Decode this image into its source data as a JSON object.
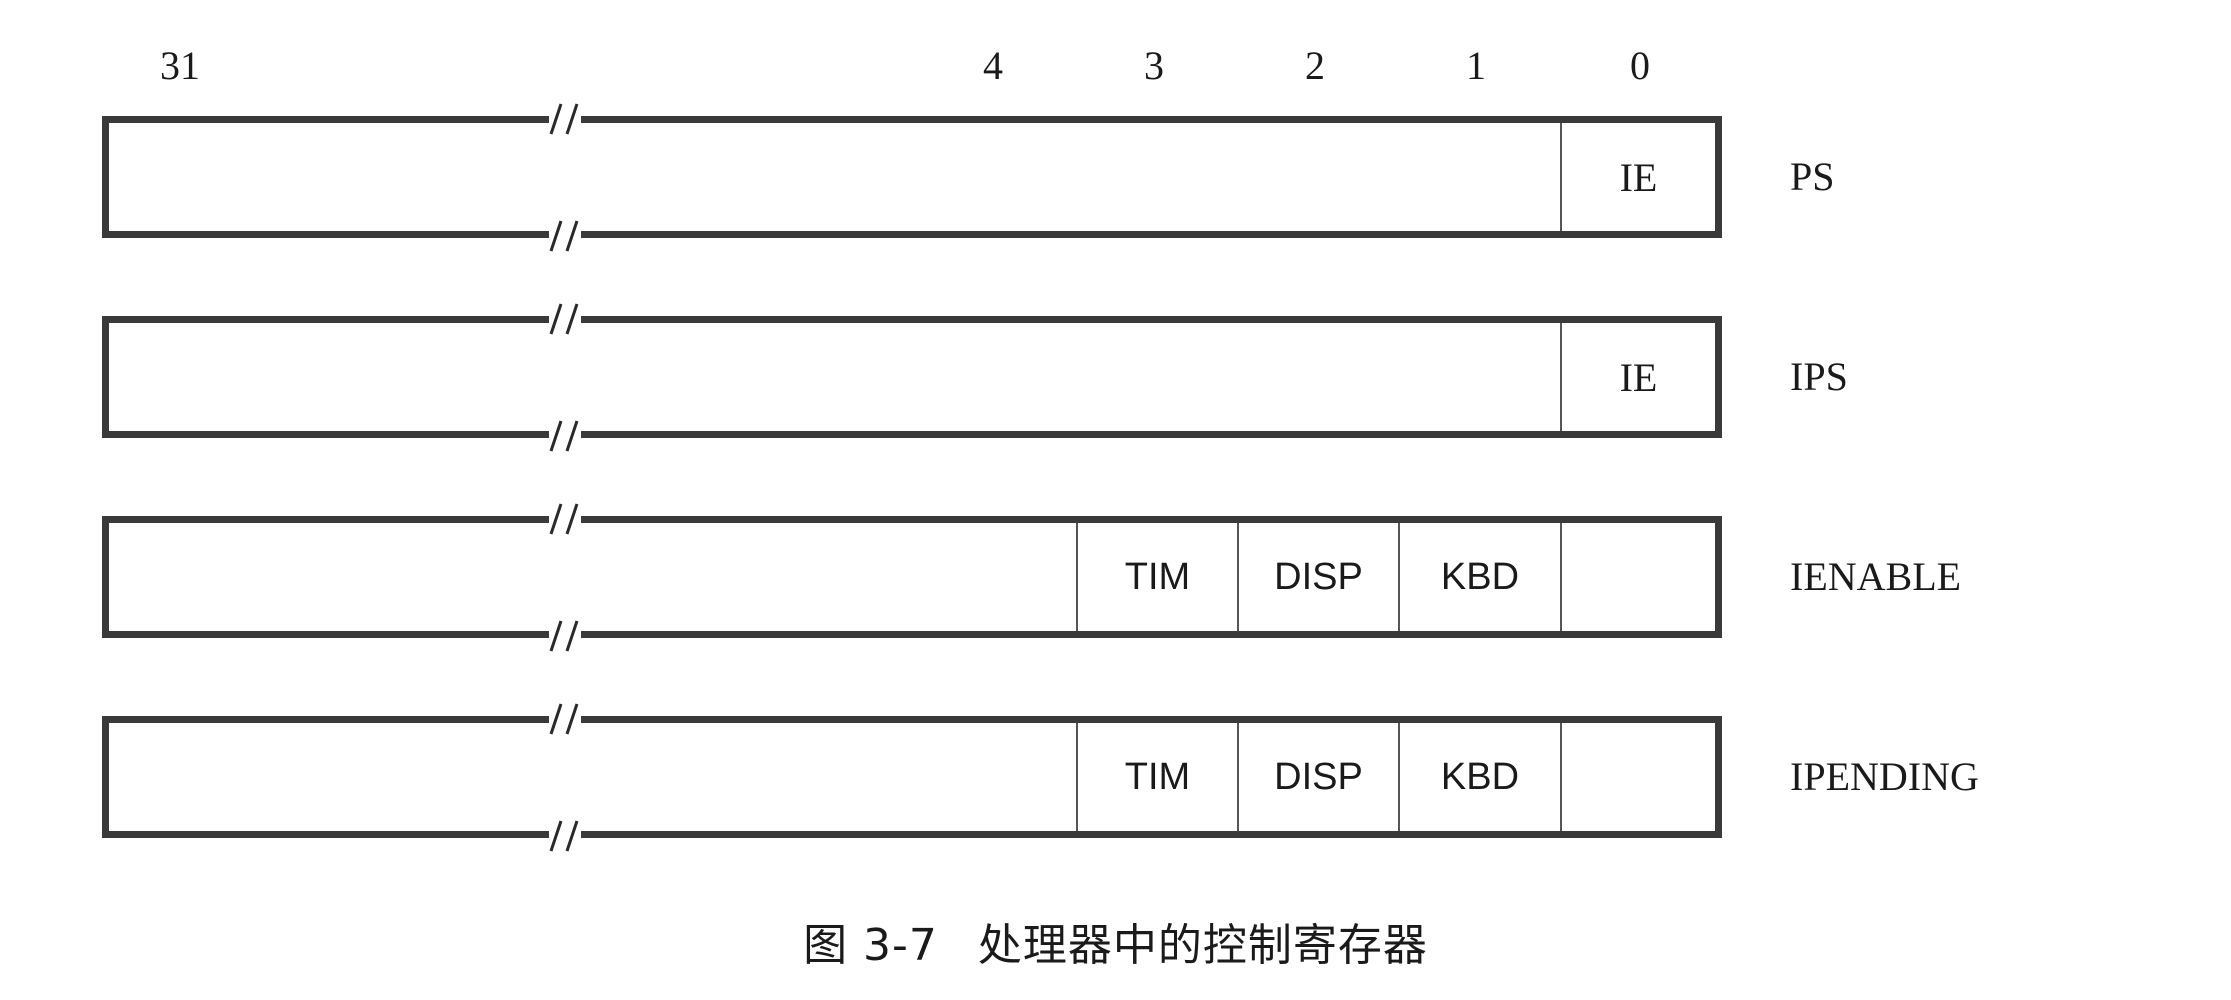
{
  "bit_positions": [
    "31",
    "4",
    "3",
    "2",
    "1",
    "0"
  ],
  "registers": [
    {
      "name": "PS",
      "fields": [
        {
          "bit": 0,
          "label": "IE"
        }
      ]
    },
    {
      "name": "IPS",
      "fields": [
        {
          "bit": 0,
          "label": "IE"
        }
      ]
    },
    {
      "name": "IENABLE",
      "fields": [
        {
          "bit": 3,
          "label": "TIM"
        },
        {
          "bit": 2,
          "label": "DISP"
        },
        {
          "bit": 1,
          "label": "KBD"
        },
        {
          "bit": 0,
          "label": ""
        }
      ]
    },
    {
      "name": "IPENDING",
      "fields": [
        {
          "bit": 3,
          "label": "TIM"
        },
        {
          "bit": 2,
          "label": "DISP"
        },
        {
          "bit": 1,
          "label": "KBD"
        },
        {
          "bit": 0,
          "label": ""
        }
      ]
    }
  ],
  "caption": {
    "number": "图 3-7",
    "text": "处理器中的控制寄存器"
  }
}
